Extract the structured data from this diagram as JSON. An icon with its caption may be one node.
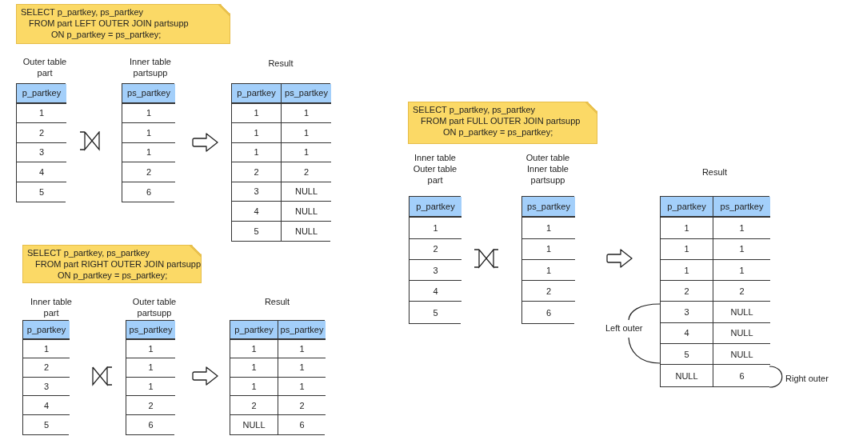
{
  "diagram": {
    "nodes": [
      {
        "text": [
          "SELECT p_partkey, ps_partkey",
          "FROM part LEFT OUTER JOIN partsupp",
          "ON p_partkey = ps_partkey;"
        ]
      },
      {
        "text": [
          "Outer table part",
          "p_partkey",
          "1",
          "2",
          "3",
          "4",
          "5"
        ]
      },
      {
        "text": [
          "Inner table partsupp",
          "ps_partkey",
          "1",
          "1",
          "1",
          "2",
          "6"
        ]
      },
      {
        "text": [
          "Result",
          "p_partkey",
          "ps_partkey",
          "1",
          "1",
          "1",
          "1",
          "1",
          "1",
          "2",
          "2",
          "3",
          "NULL",
          "4",
          "NULL",
          "5",
          "NULL"
        ]
      },
      {
        "text": [
          "SELECT p_partkey, ps_partkey",
          "FROM part RIGHT OUTER JOIN partsupp",
          "ON p_partkey = ps_partkey;"
        ]
      },
      {
        "text": [
          "Inner table part",
          "p_partkey",
          "1",
          "2",
          "3",
          "4",
          "5"
        ]
      },
      {
        "text": [
          "Outer table partsupp",
          "ps_partkey",
          "1",
          "1",
          "1",
          "2",
          "6"
        ]
      },
      {
        "text": [
          "Result",
          "p_partkey",
          "ps_partkey",
          "1",
          "1",
          "1",
          "1",
          "1",
          "1",
          "2",
          "2",
          "NULL",
          "6"
        ]
      },
      {
        "text": [
          "SELECT p_partkey, ps_partkey",
          "FROM part FULL OUTER JOIN partsupp",
          "ON p_partkey = ps_partkey;"
        ]
      },
      {
        "text": [
          "Inner table Outer table part",
          "p_partkey",
          "1",
          "2",
          "3",
          "4",
          "5"
        ]
      },
      {
        "text": [
          "Outer table Inner table partsupp",
          "ps_partkey",
          "1",
          "1",
          "1",
          "2",
          "6"
        ]
      },
      {
        "text": [
          "Result",
          "p_partkey",
          "ps_partkey",
          "1",
          "1",
          "1",
          "1",
          "1",
          "1",
          "2",
          "2",
          "3",
          "NULL",
          "4",
          "NULL",
          "5",
          "NULL",
          "NULL",
          "6"
        ],
        "beside": [
          "Left outer",
          "Right outer"
        ]
      }
    ]
  }
}
